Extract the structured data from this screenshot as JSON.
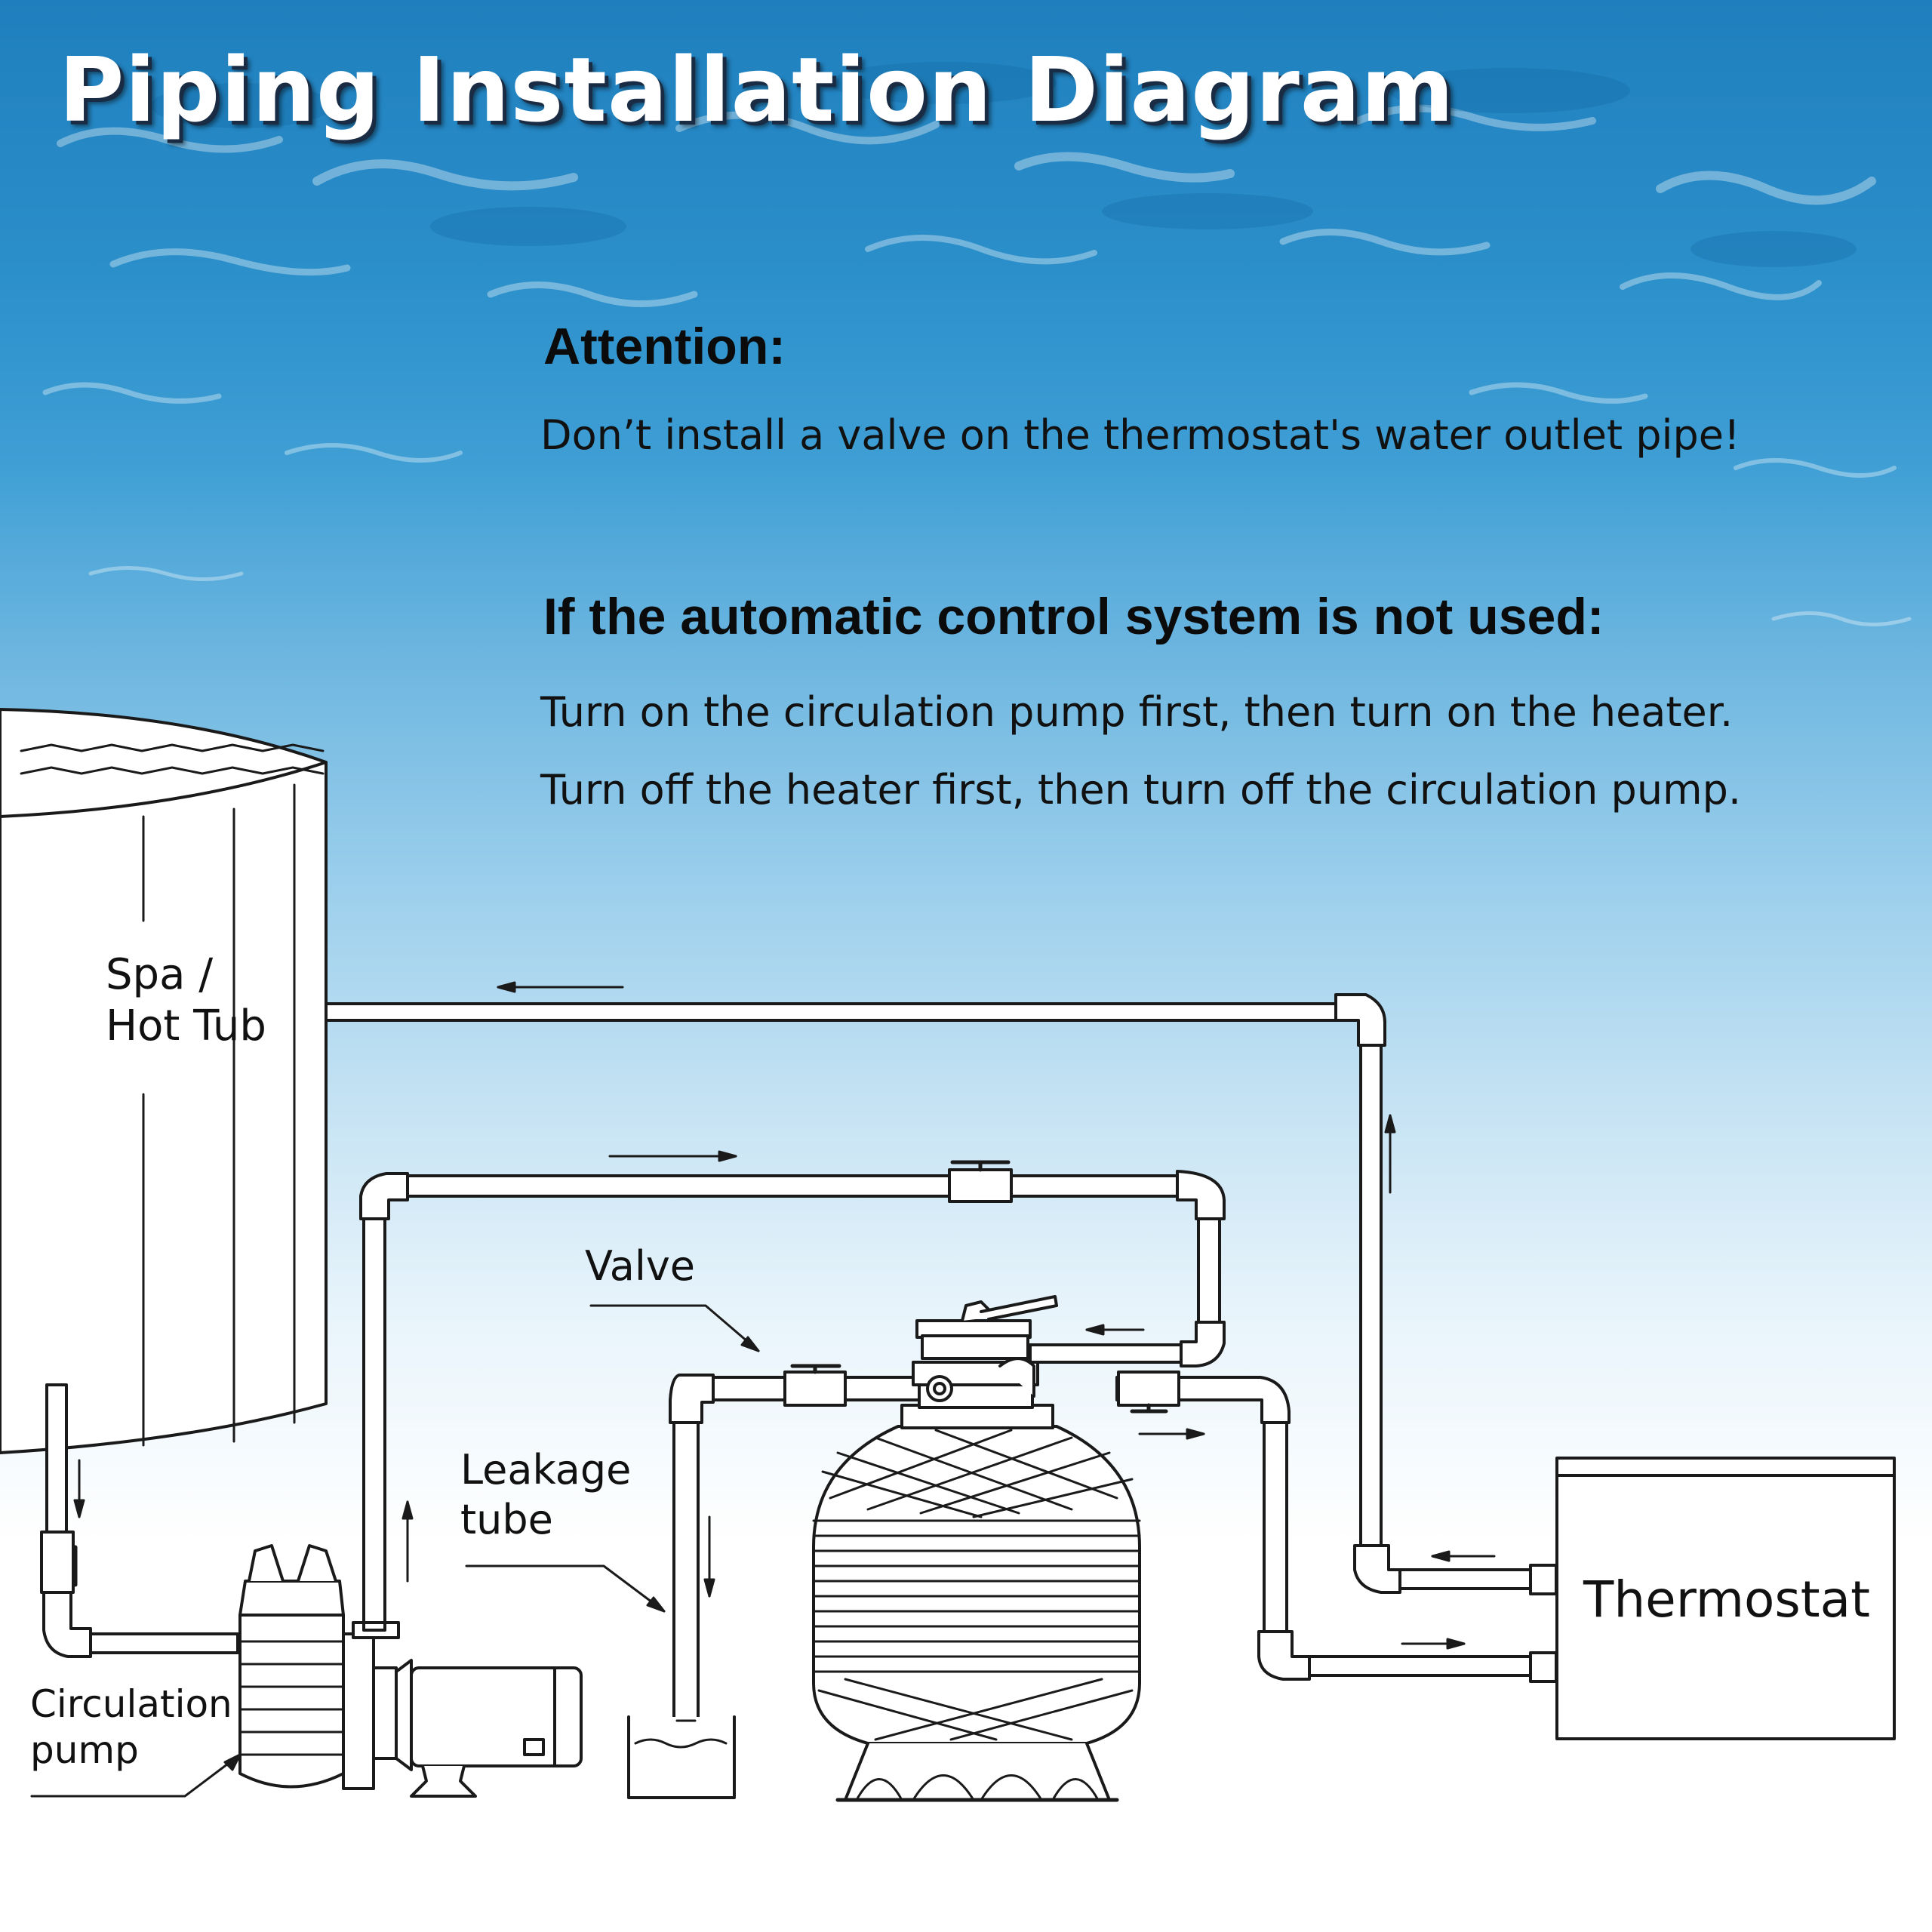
{
  "title": "Piping Installation Diagram",
  "attention": {
    "heading": "Attention:",
    "text": "Don’t install a valve on the thermostat's water outlet pipe!"
  },
  "manual": {
    "heading": "If the automatic control system is not used:",
    "line1": "Turn on the circulation pump first, then turn on the heater.",
    "line2": "Turn off the heater first, then turn off the circulation pump."
  },
  "labels": {
    "spa_line1": "Spa /",
    "spa_line2": "Hot Tub",
    "valve": "Valve",
    "leakage_line1": "Leakage",
    "leakage_line2": "tube",
    "pump_line1": "Circulation",
    "pump_line2": "pump",
    "thermostat": "Thermostat"
  },
  "colors": {
    "pipe_stroke": "#1a1a1a",
    "pipe_fill": "#ffffff",
    "title_text": "#ffffff",
    "title_shadow": "#1a2c44"
  }
}
